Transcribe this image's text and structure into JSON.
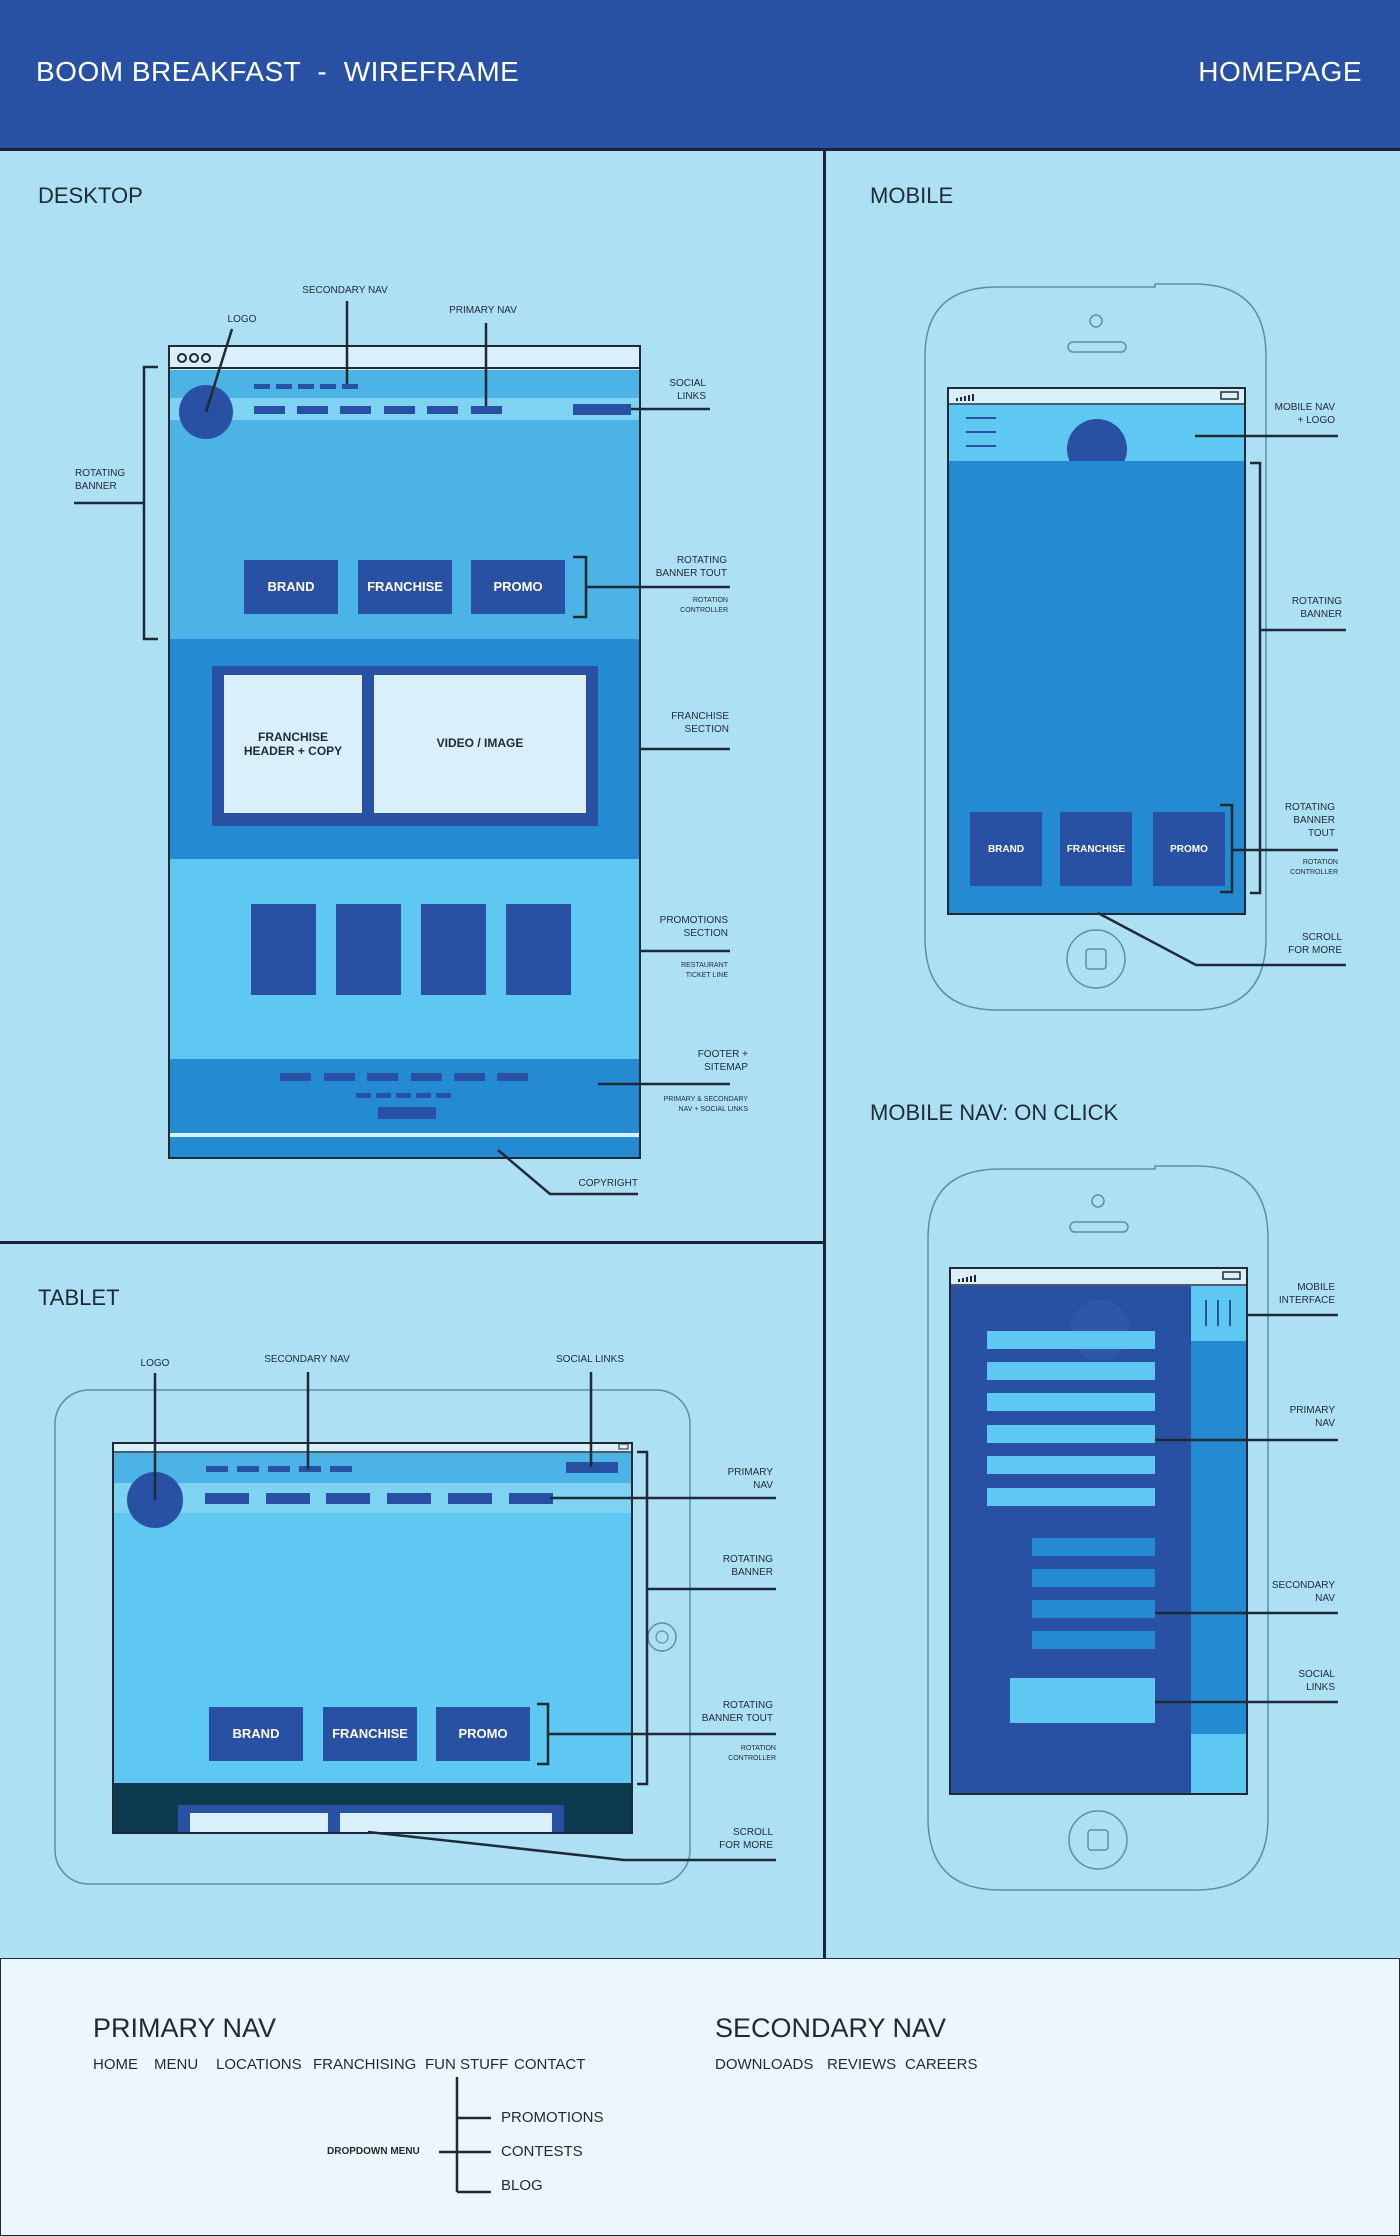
{
  "header": {
    "title": "BOOM BREAKFAST  -  WIREFRAME",
    "page": "HOMEPAGE"
  },
  "colors": {
    "header_bg": "#2851a3",
    "panel_bg": "#aee0f3",
    "dark_blue": "#2851a3",
    "mid_blue": "#4bb3e6",
    "light_blue": "#5ec8f2",
    "legend_bg": "#ebf7fc"
  },
  "desktop": {
    "title": "DESKTOP",
    "buttons": [
      "BRAND",
      "FRANCHISE",
      "PROMO"
    ],
    "franchise_box": [
      "FRANCHISE",
      "HEADER + COPY"
    ],
    "video_box": "VIDEO / IMAGE",
    "labels": {
      "logo": "LOGO",
      "secondary_nav": "SECONDARY NAV",
      "primary_nav": "PRIMARY NAV",
      "social_links": [
        "SOCIAL",
        "LINKS"
      ],
      "rotating_banner": [
        "ROTATING",
        "BANNER"
      ],
      "rotating_banner_tout": [
        "ROTATING",
        "BANNER TOUT"
      ],
      "rotation_controller": [
        "ROTATION",
        "CONTROLLER"
      ],
      "franchise_section": [
        "FRANCHISE",
        "SECTION"
      ],
      "promotions_section": [
        "PROMOTIONS",
        "SECTION"
      ],
      "restaurant_ticket": [
        "RESTAURANT",
        "TICKET LINE"
      ],
      "footer_sitemap": [
        "FOOTER +",
        "SITEMAP"
      ],
      "footer_nav": [
        "PRIMARY & SECONDARY",
        "NAV + SOCIAL LINKS"
      ],
      "copyright": "COPYRIGHT"
    }
  },
  "mobile": {
    "title": "MOBILE",
    "buttons": [
      "BRAND",
      "FRANCHISE",
      "PROMO"
    ],
    "labels": {
      "mobile_nav_logo": [
        "MOBILE NAV",
        "+ LOGO"
      ],
      "rotating_banner": [
        "ROTATING",
        "BANNER"
      ],
      "rotating_banner_tout": [
        "ROTATING",
        "BANNER",
        "TOUT"
      ],
      "rotation_controller": [
        "ROTATION",
        "CONTROLLER"
      ],
      "scroll_more": [
        "SCROLL",
        "FOR MORE"
      ]
    }
  },
  "mobile_nav": {
    "title": "MOBILE NAV:  ON CLICK",
    "labels": {
      "mobile_interface": [
        "MOBILE",
        "INTERFACE"
      ],
      "primary_nav": [
        "PRIMARY",
        "NAV"
      ],
      "secondary_nav": [
        "SECONDARY",
        "NAV"
      ],
      "social_links": [
        "SOCIAL",
        "LINKS"
      ]
    }
  },
  "tablet": {
    "title": "TABLET",
    "buttons": [
      "BRAND",
      "FRANCHISE",
      "PROMO"
    ],
    "labels": {
      "logo": "LOGO",
      "secondary_nav": "SECONDARY NAV",
      "social_links": "SOCIAL LINKS",
      "primary_nav": [
        "PRIMARY",
        "NAV"
      ],
      "rotating_banner": [
        "ROTATING",
        "BANNER"
      ],
      "rotating_banner_tout": [
        "ROTATING",
        "BANNER TOUT"
      ],
      "rotation_controller": [
        "ROTATION",
        "CONTROLLER"
      ],
      "scroll_more": [
        "SCROLL",
        "FOR MORE"
      ]
    }
  },
  "legend": {
    "primary_title": "PRIMARY NAV",
    "primary_items": [
      "HOME",
      "MENU",
      "LOCATIONS",
      "FRANCHISING",
      "FUN STUFF",
      "CONTACT"
    ],
    "secondary_title": "SECONDARY NAV",
    "secondary_items": [
      "DOWNLOADS",
      "REVIEWS",
      "CAREERS"
    ],
    "dropdown_label": "DROPDOWN MENU",
    "dropdown_items": [
      "PROMOTIONS",
      "CONTESTS",
      "BLOG"
    ]
  }
}
